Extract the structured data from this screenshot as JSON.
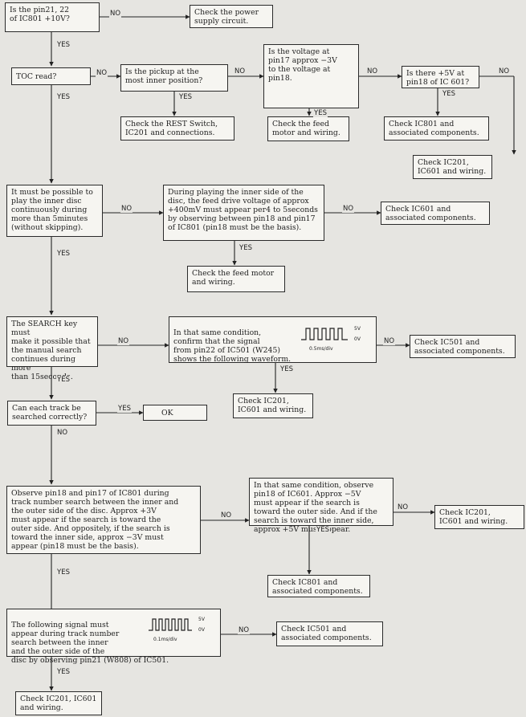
{
  "boxes": {
    "q_pin21": "Is the pin21, 22\nof IC801 +10V?",
    "chk_power": "Check the power\nsupply circuit.",
    "q_toc": "TOC read?",
    "q_pickup": "Is the pickup at the\nmost inner position?",
    "q_pin17": "Is the voltage at\npin17 approx −3V\nto the voltage at\npin18.",
    "q_5v": "Is there +5V at\npin18 of IC 601?",
    "chk_rest": "Check the REST Switch,\nIC201 and connections.",
    "chk_feed1": "Check the feed\nmotor and wiring.",
    "chk_ic801_a": "Check IC801 and\nassociated components.",
    "chk_ic201_a": "Check IC201,\nIC601 and wiring.",
    "q_inner": "It must be possible to\nplay the inner disc\ncontinuously during\nmore than 5minutes\n(without skipping).",
    "q_feed_volt": "During playing the inner side of the\ndisc, the feed drive voltage of approx\n+400mV must appear per4 to 5seconds\nby observing between pin18 and pin17\nof IC801 (pin18 must be the basis).",
    "chk_ic601": "Check IC601 and\nassociated components.",
    "chk_feed2": "Check the feed motor\nand wiring.",
    "q_search": "The SEARCH key must\nmake it possible that\nthe manual search\ncontinues during more\nthan 15seconds.",
    "q_signal": "In that same condition,\nconfirm that the signal\nfrom pin22 of IC501 (W245)\nshows the following waveform.",
    "chk_ic501_a": "Check IC501 and\nassociated components.",
    "chk_ic201_b": "Check IC201,\nIC601 and wiring.",
    "q_track": "Can each track be\nsearched correctly?",
    "ok": "OK",
    "q_observe": "Observe pin18 and pin17 of IC801 during\ntrack number search between the inner and\nthe outer side of the disc. Approx +3V\nmust appear if the search is toward the\nouter side. And oppositely, if the search is\ntoward the inner side, approx −3V must\nappear (pin18 must be the basis).",
    "q_ic601": "In that same condition, observe\npin18 of IC601. Approx −5V\nmust appear if the search is\ntoward the outer side. And if the\nsearch is toward the inner side,\napprox +5V must appear.",
    "chk_ic201_c": "Check IC201,\nIC601 and wiring.",
    "chk_ic801_b": "Check IC801 and\nassociated components.",
    "q_following": "The following signal must\nappear during track number\nsearch between the inner\nand the outer side of the\ndisc by observing pin21 (W808) of IC501.",
    "chk_ic501_b": "Check IC501 and\nassociated components.",
    "chk_ic201_d": "Check IC201, IC601\nand wiring."
  },
  "labels": {
    "yes": "YES",
    "no": "NO"
  },
  "waveforms": [
    {
      "high": "5V",
      "low": "0V",
      "scale": "0.5ms/div"
    },
    {
      "high": "5V",
      "low": "0V",
      "scale": "0.1ms/div"
    }
  ]
}
